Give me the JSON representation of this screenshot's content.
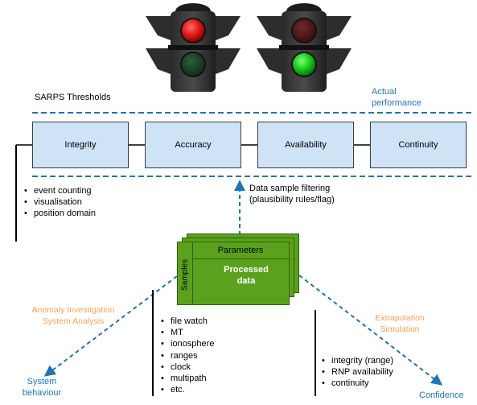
{
  "title": "SARPS Thresholds",
  "actual_performance": "Actual\nperformance",
  "thresholds": [
    "Integrity",
    "Accuracy",
    "Availability",
    "Continuity"
  ],
  "filtering": "Data sample filtering\n(plausibility rules/flag)",
  "left_list": [
    "event counting",
    "visualisation",
    "position domain"
  ],
  "stack": {
    "parameters": "Parameters",
    "samples": "Samples",
    "processed": "Processed\ndata"
  },
  "anomaly": "Anomaly Investigation\nSystem Analysis",
  "system_behaviour": "System\nbehaviour",
  "middle_list": [
    "file watch",
    "MT",
    "ionosphere",
    "ranges",
    "clock",
    "multipath",
    "etc."
  ],
  "extrapolation": "Extrapolation\nSimulation",
  "right_list": [
    "integrity (range)",
    "RNP availability",
    "continuity"
  ],
  "confidence": "Confidence",
  "colors": {
    "accent_blue": "#1f73b7",
    "orange": "#f4a156",
    "box_fill": "#cfe3f7",
    "green": "#5ba11d"
  },
  "icons": {
    "traffic_light_left": "red-light-on",
    "traffic_light_right": "green-light-on"
  }
}
